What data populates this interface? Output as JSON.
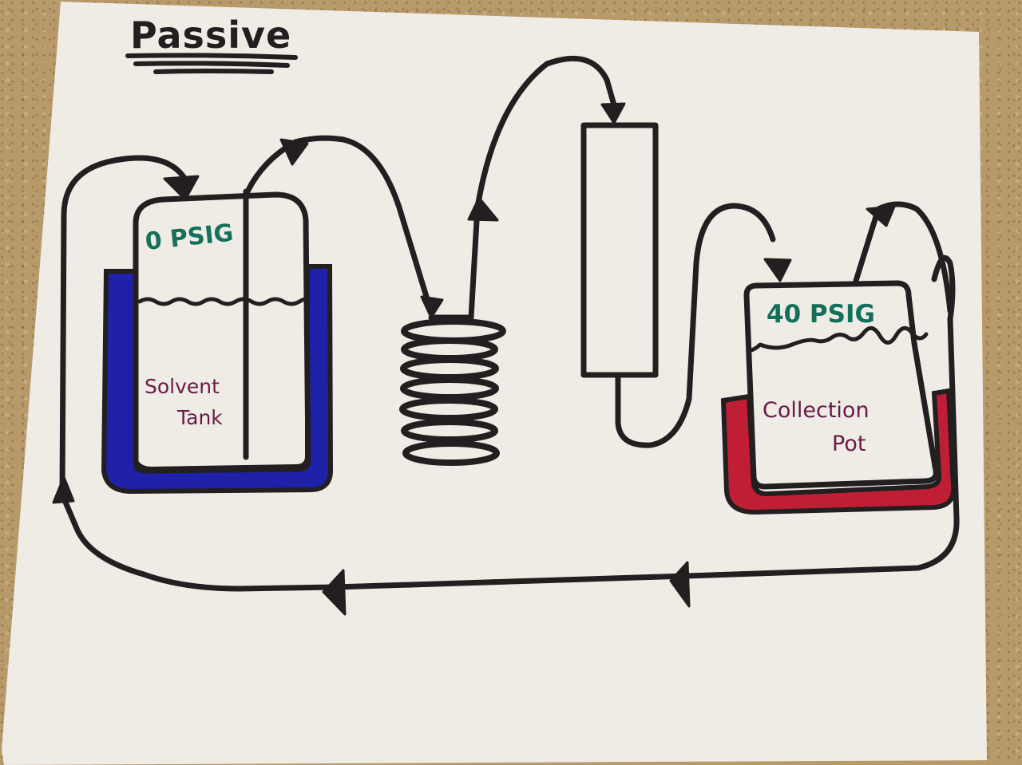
{
  "title": "Passive",
  "components": {
    "solvent_tank": {
      "label_line1": "Solvent",
      "label_line2": "Tank",
      "pressure": "0 PSIG",
      "jacket_color": "#1f22a8"
    },
    "collection_pot": {
      "label_line1": "Collection",
      "label_line2": "Pot",
      "pressure": "40 PSIG",
      "jacket_color": "#c01e35"
    },
    "coil": {},
    "column": {}
  },
  "colors": {
    "ink": "#231f20",
    "pressure_text": "#13705a",
    "label_text": "#6b1a45",
    "paper": "#efece6",
    "background": "#b89a6a"
  }
}
